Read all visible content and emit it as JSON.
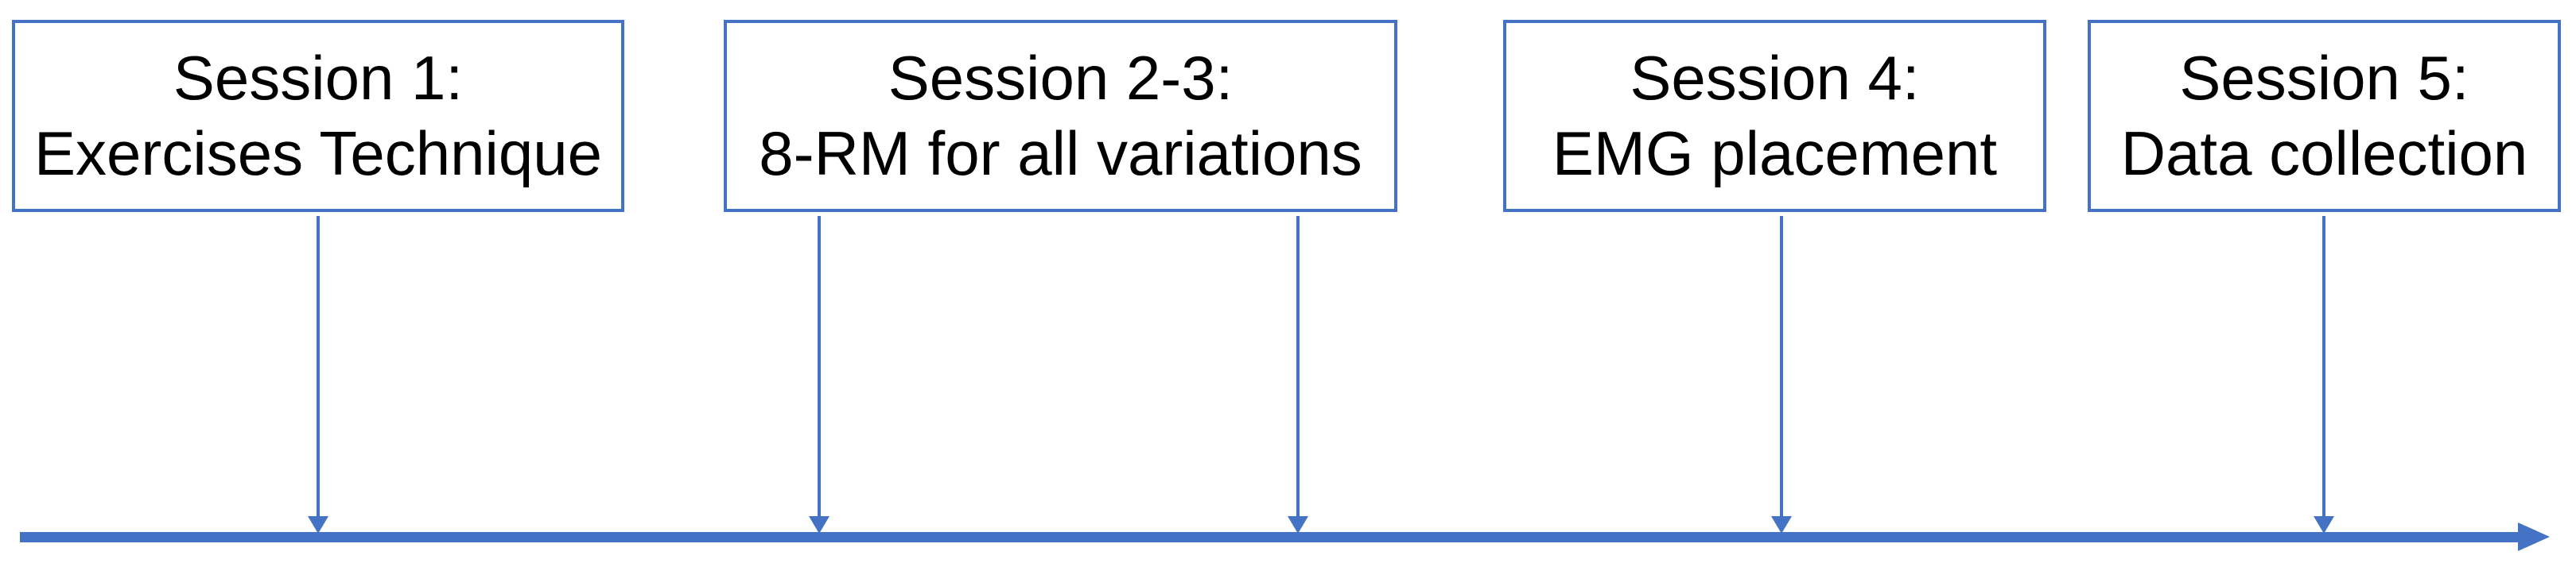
{
  "diagram": {
    "type": "timeline",
    "boxes": [
      {
        "id": "session-1",
        "line1": "Session 1:",
        "line2": "Exercises Technique"
      },
      {
        "id": "session-2-3",
        "line1": "Session 2-3:",
        "line2": "8-RM for all variations"
      },
      {
        "id": "session-4",
        "line1": "Session 4:",
        "line2": "EMG placement"
      },
      {
        "id": "session-5",
        "line1": "Session 5:",
        "line2": "Data collection"
      }
    ],
    "arrows": [
      {
        "marker_for": "Session 1"
      },
      {
        "marker_for": "Session 2"
      },
      {
        "marker_for": "Session 3"
      },
      {
        "marker_for": "Session 4"
      },
      {
        "marker_for": "Session 5"
      }
    ],
    "timeline": {
      "direction": "right"
    },
    "colors": {
      "accent_blue": "#4472C4",
      "text": "#000000",
      "background": "#FFFFFF"
    }
  }
}
